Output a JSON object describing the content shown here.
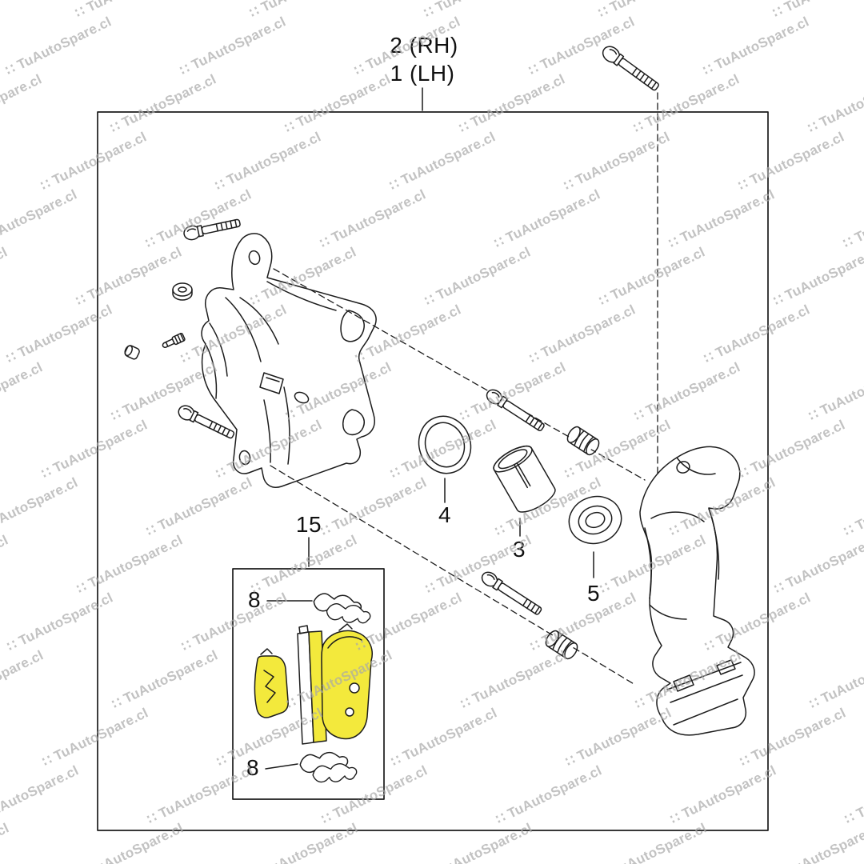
{
  "watermark": {
    "text": "TuAutoSpare.cl",
    "icon": "∷",
    "color": "#a9a9a9"
  },
  "callouts": {
    "top_rh": "2 (RH)",
    "top_lh": "1 (LH)",
    "seal_ring": "4",
    "piston": "3",
    "boot": "5",
    "pad_kit": "15",
    "clip_top": "8",
    "clip_bottom": "8"
  },
  "colors": {
    "pad_yellow": "#f3e93c",
    "line": "#1c1c1c"
  }
}
